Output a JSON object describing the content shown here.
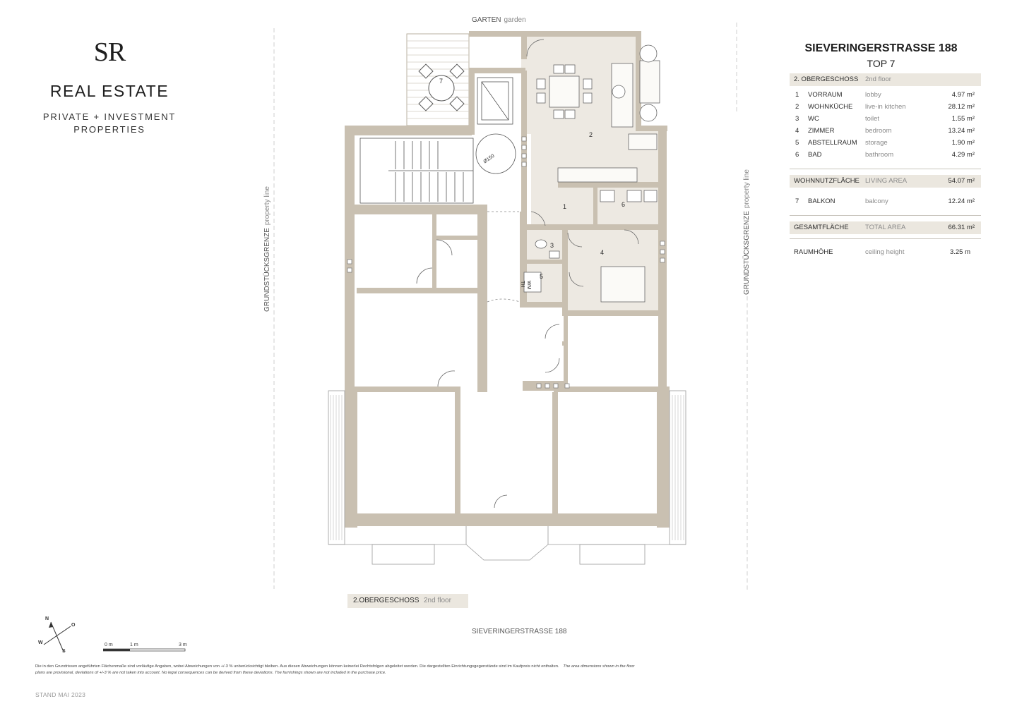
{
  "logo": {
    "mark": "SR",
    "brand": "REAL ESTATE",
    "tagline_1": "PRIVATE + INVESTMENT",
    "tagline_2": "PROPERTIES"
  },
  "plan": {
    "top_label_de": "GARTEN",
    "top_label_en": "garden",
    "left_label_de": "GRUNDSTÜCKSGRENZE",
    "left_label_en": "property line",
    "right_label_de": "GRUNDSTÜCKSGRENZE",
    "right_label_en": "property line",
    "street_label": "SIEVERINGERSTRASSE 188",
    "floor_caption_de": "2.OBERGESCHOSS",
    "floor_caption_en": "2nd floor",
    "stair_mark": "Ø150",
    "wm_label_1": "TH",
    "wm_label_2": "WM",
    "room_numbers": [
      "1",
      "2",
      "3",
      "4",
      "5",
      "6",
      "7"
    ]
  },
  "info": {
    "address": "SIEVERINGERSTRASSE 188",
    "unit": "TOP 7",
    "floor_de": "2. OBERGESCHOSS",
    "floor_en": "2nd floor",
    "rooms": [
      {
        "num": "1",
        "de": "VORRAUM",
        "en": "lobby",
        "area": "4.97 m²"
      },
      {
        "num": "2",
        "de": "WOHNKÜCHE",
        "en": "live-in kitchen",
        "area": "28.12 m²"
      },
      {
        "num": "3",
        "de": "WC",
        "en": "toilet",
        "area": "1.55 m²"
      },
      {
        "num": "4",
        "de": "ZIMMER",
        "en": "bedroom",
        "area": "13.24 m²"
      },
      {
        "num": "5",
        "de": "ABSTELLRAUM",
        "en": "storage",
        "area": "1.90 m²"
      },
      {
        "num": "6",
        "de": "BAD",
        "en": "bathroom",
        "area": "4.29 m²"
      }
    ],
    "living_de": "WOHNNUTZFLÄCHE",
    "living_en": "LIVING AREA",
    "living_area": "54.07 m²",
    "balcony": {
      "num": "7",
      "de": "BALKON",
      "en": "balcony",
      "area": "12.24 m²"
    },
    "total_de": "GESAMTFLÄCHE",
    "total_en": "TOTAL AREA",
    "total_area": "66.31 m²",
    "height_de": "RAUMHÖHE",
    "height_en": "ceiling height",
    "height_value": "3.25 m"
  },
  "compass": {
    "n": "N",
    "o": "O",
    "s": "S",
    "w": "W"
  },
  "scale": {
    "zero": "0 m",
    "one": "1 m",
    "three": "3 m"
  },
  "footer": {
    "disclaimer_de": "Die in den Grundrissen angeführten Flächenmaße sind vorläufige Angaben, wobei Abweichungen von +/-3 % unberücksichtigt bleiben. Aus diesen Abweichungen können keinerlei Rechtsfolgen abgeleitet werden. Die dargestellten Einrichtungsgegenstände sind im Kaufpreis nicht enthalten.",
    "disclaimer_en": "The area dimensions shown in the floor plans are provisional, deviations of +/-3 % are not taken into account. No legal consequences can be derived from these deviations. The furnishings shown are not included in the purchase price.",
    "stand": "STAND MAI 2023"
  },
  "colors": {
    "wall": "#c9c0b1",
    "unit_fill": "#ede9e2",
    "bar": "#ebe7df",
    "line": "#9a9a9a"
  }
}
